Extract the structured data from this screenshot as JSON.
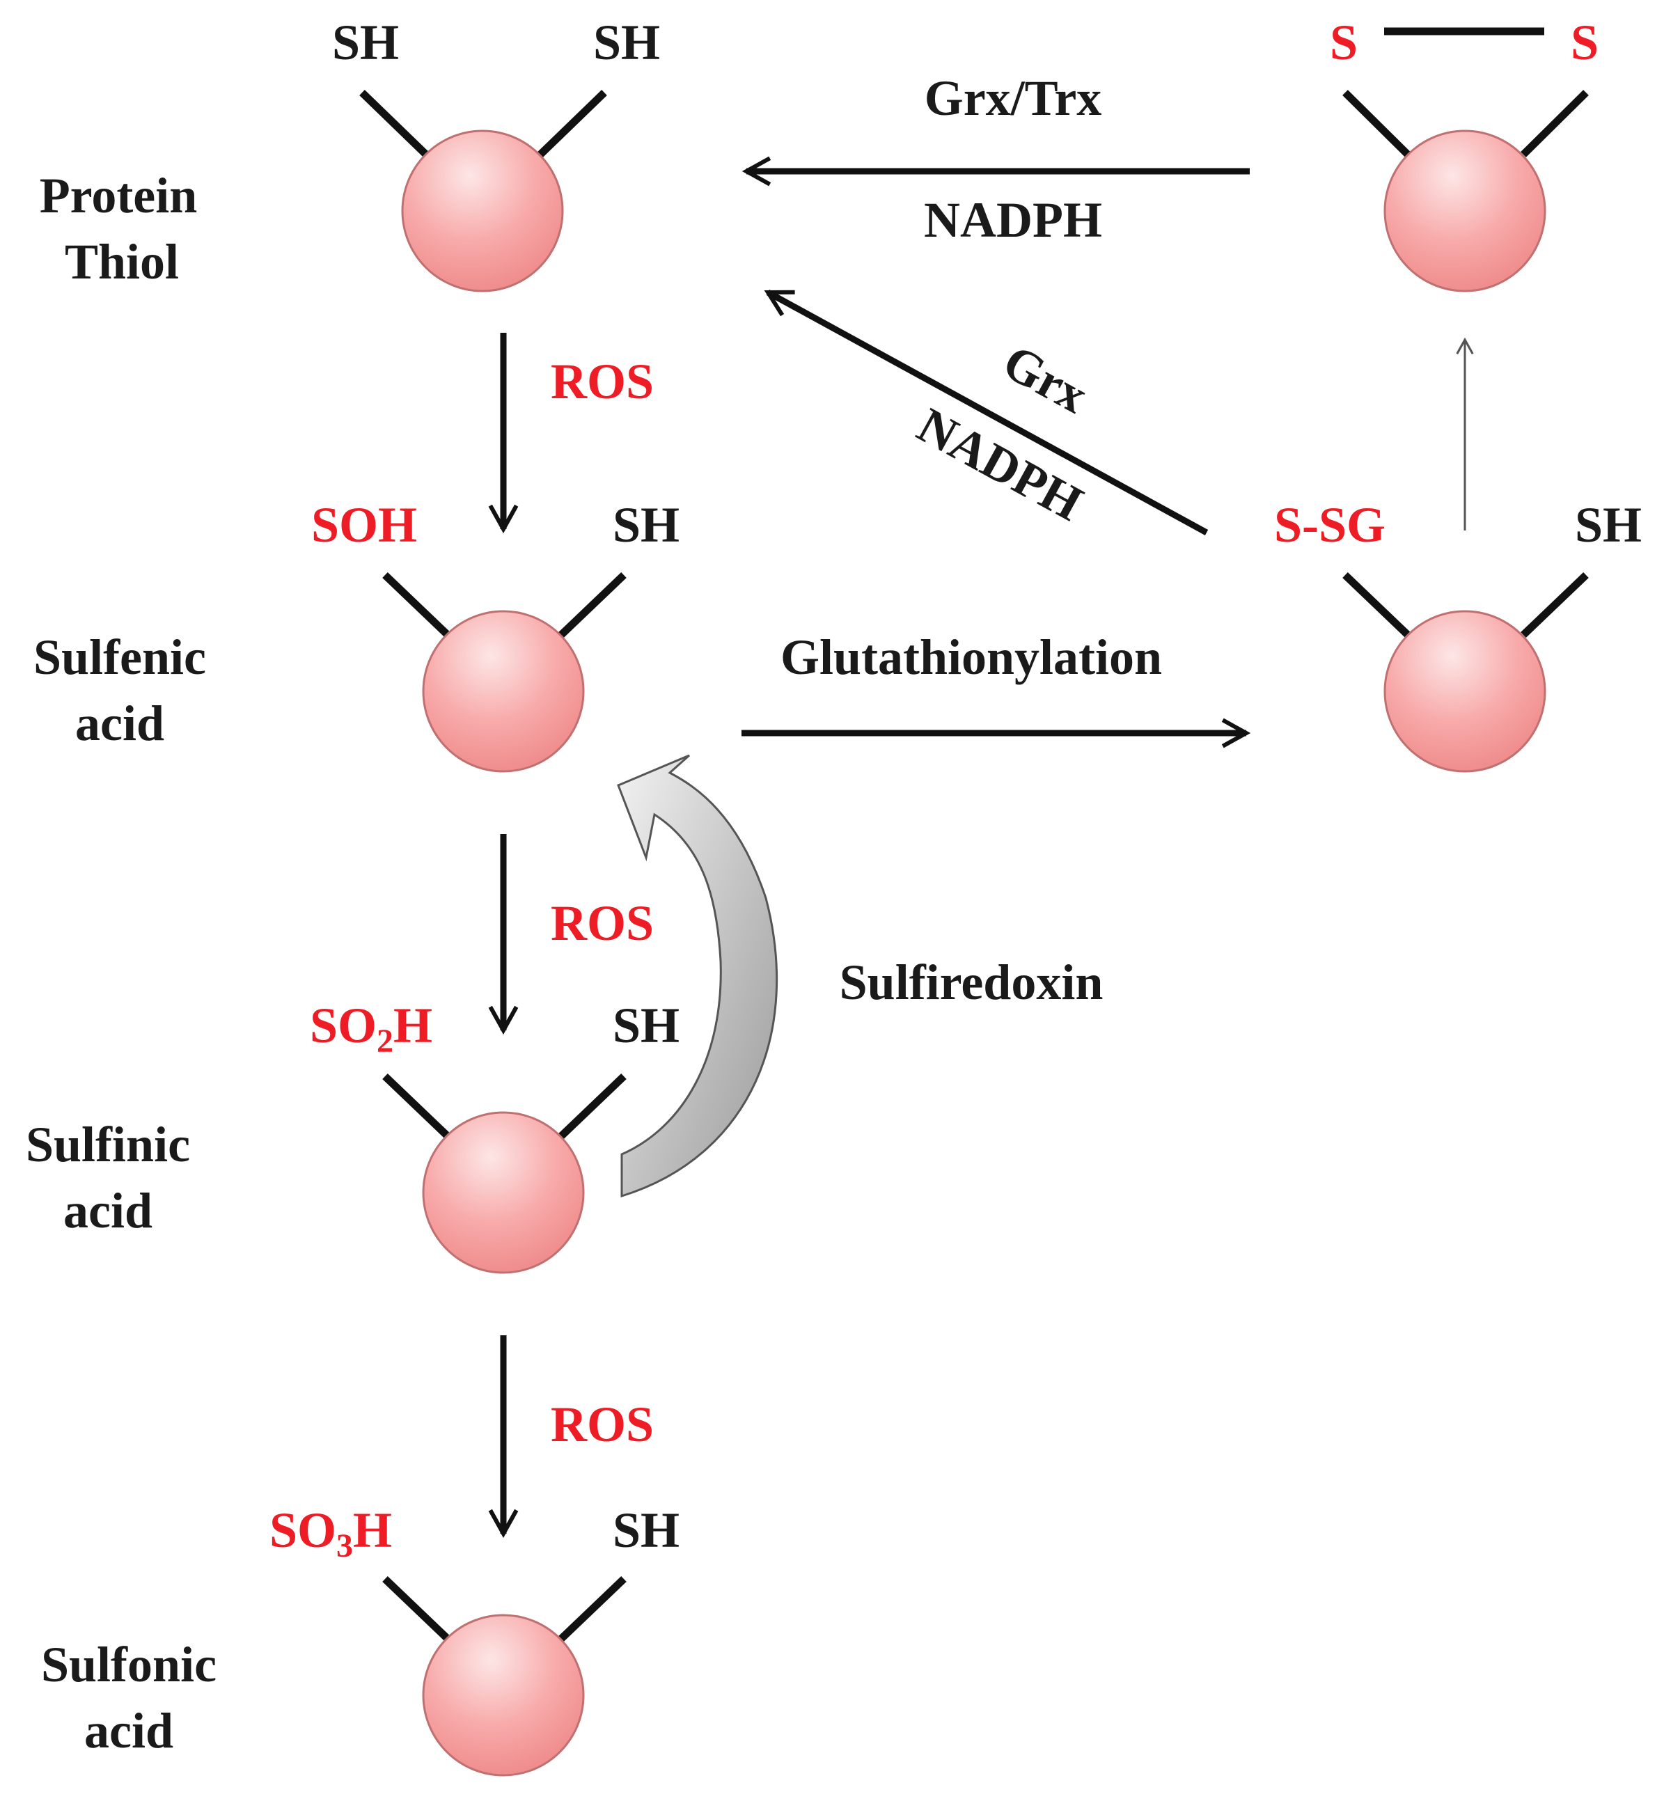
{
  "states": {
    "protein_thiol": {
      "name_line1": "Protein",
      "name_line2": "Thiol",
      "left_group": "SH",
      "right_group": "SH"
    },
    "sulfenic": {
      "name_line1": "Sulfenic",
      "name_line2": "acid",
      "left_group": "SOH",
      "right_group": "SH"
    },
    "sulfinic": {
      "name_line1": "Sulfinic",
      "name_line2": "acid",
      "left_group_base": "SO",
      "left_group_sub": "2",
      "left_group_end": "H",
      "right_group": "SH"
    },
    "sulfonic": {
      "name_line1": "Sulfonic",
      "name_line2": "acid",
      "left_group_base": "SO",
      "left_group_sub": "3",
      "left_group_end": "H",
      "right_group": "SH"
    },
    "glutathionylated": {
      "left_group": "S-SG",
      "right_group": "SH"
    },
    "disulfide": {
      "left_group": "S",
      "right_group": "S"
    }
  },
  "reactions": {
    "ros_1": "ROS",
    "ros_2": "ROS",
    "ros_3": "ROS",
    "glutathionylation": "Glutathionylation",
    "grx_trx": "Grx/Trx",
    "nadph_top": "NADPH",
    "grx_diag": "Grx",
    "nadph_diag": "NADPH",
    "sulfiredoxin": "Sulfiredoxin"
  },
  "colors": {
    "oxidized_text": "#ee1c24",
    "text": "#1a1a1a",
    "protein_fill": "#f7a3a3",
    "sulfiredoxin_arrow": "#b8b8b8"
  }
}
